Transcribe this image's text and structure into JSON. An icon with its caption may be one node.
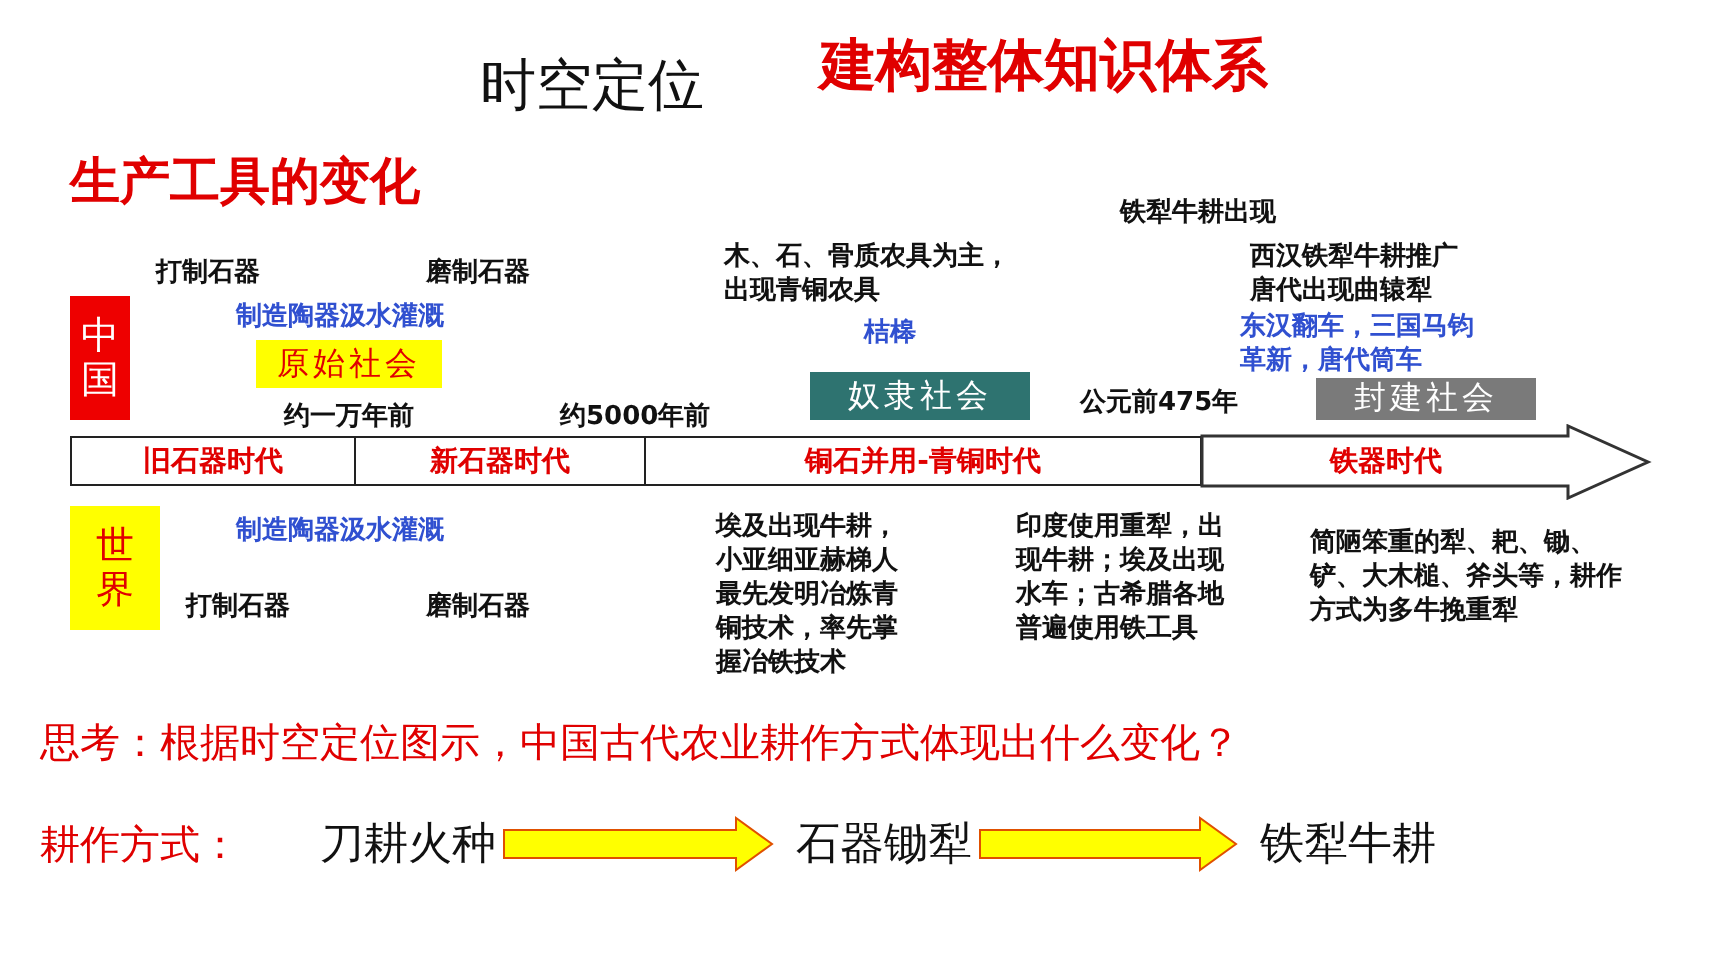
{
  "diagram": {
    "title": "时空定位",
    "nodes": [
      {
        "text": [
          "中国"
        ]
      },
      {
        "text": [
          "原始社会"
        ]
      },
      {
        "text": [
          "奴隶社会"
        ]
      },
      {
        "text": [
          "封建社会"
        ]
      },
      {
        "text": [
          "旧石器时代"
        ]
      },
      {
        "text": [
          "新石器时代"
        ]
      },
      {
        "text": [
          "铜石并用-青铜时代"
        ]
      },
      {
        "text": [
          "铁器时代"
        ]
      },
      {
        "text": [
          "世界"
        ]
      },
      {
        "text": [
          "刀耕火种"
        ]
      },
      {
        "text": [
          "石器锄犁"
        ]
      },
      {
        "text": [
          "铁犁牛耕"
        ]
      }
    ],
    "edges": [
      {
        "from": 9,
        "to": 10,
        "arrow": "to"
      },
      {
        "from": 10,
        "to": 11,
        "arrow": "to"
      }
    ],
    "labels": [
      "建构整体知识体系",
      "生产工具的变化",
      "铁犁牛耕出现",
      "打制石器",
      "磨制石器",
      "木、石、骨质农具为主，出现青铜农具",
      "西汉铁犁牛耕推广",
      "唐代出现曲辕犁",
      "制造陶器汲水灌溉",
      "桔槔",
      "东汉翻车，三国马钧革新，唐代筒车",
      "约一万年前",
      "约5000年前",
      "公元前475年",
      "制造陶器汲水灌溉",
      "打制石器",
      "磨制石器",
      "埃及出现牛耕，小亚细亚赫梯人最先发明冶炼青铜技术，率先掌握冶铁技术",
      "印度使用重犁，出现牛耕；埃及出现水车；古希腊各地普遍使用铁工具",
      "简陋笨重的犁、耙、锄、铲、大木槌、斧头等，耕作方式为多牛挽重犁",
      "思考：根据时空定位图示，中国古代农业耕作方式体现出什么变化？",
      "耕作方式："
    ]
  }
}
